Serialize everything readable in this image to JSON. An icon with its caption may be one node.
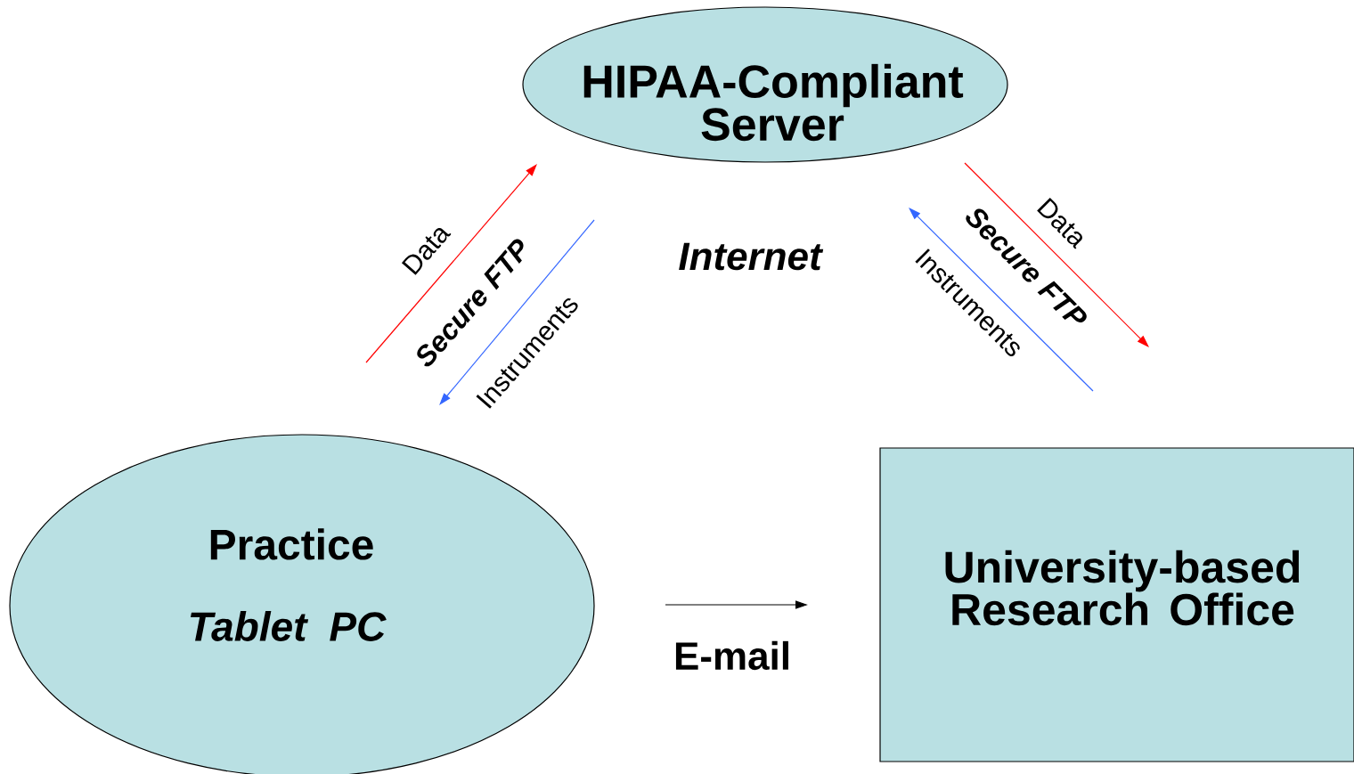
{
  "diagram": {
    "nodes": [
      {
        "text": [
          "HIPAA-Compliant Server"
        ]
      },
      {
        "text": [
          "Practice",
          "Tablet PC"
        ]
      },
      {
        "text": [
          "University-based Research Office"
        ]
      }
    ],
    "edges": [
      {
        "from": 1,
        "to": 0,
        "arrow": "to",
        "label": "Data",
        "color": "#ff0000"
      },
      {
        "from": 0,
        "to": 1,
        "arrow": "to",
        "label": "Instruments",
        "color": "#3366ff"
      },
      {
        "from": 0,
        "to": null,
        "arrow": "to",
        "label": "Data",
        "color": "#ff0000"
      },
      {
        "from": 2,
        "to": 0,
        "arrow": "to",
        "label": "Instruments",
        "color": "#3366ff"
      },
      {
        "from": 1,
        "to": 2,
        "arrow": "to",
        "label": "E-mail",
        "color": "#000000"
      }
    ],
    "labels": [
      "Secure FTP",
      "Internet",
      "Secure FTP"
    ]
  }
}
